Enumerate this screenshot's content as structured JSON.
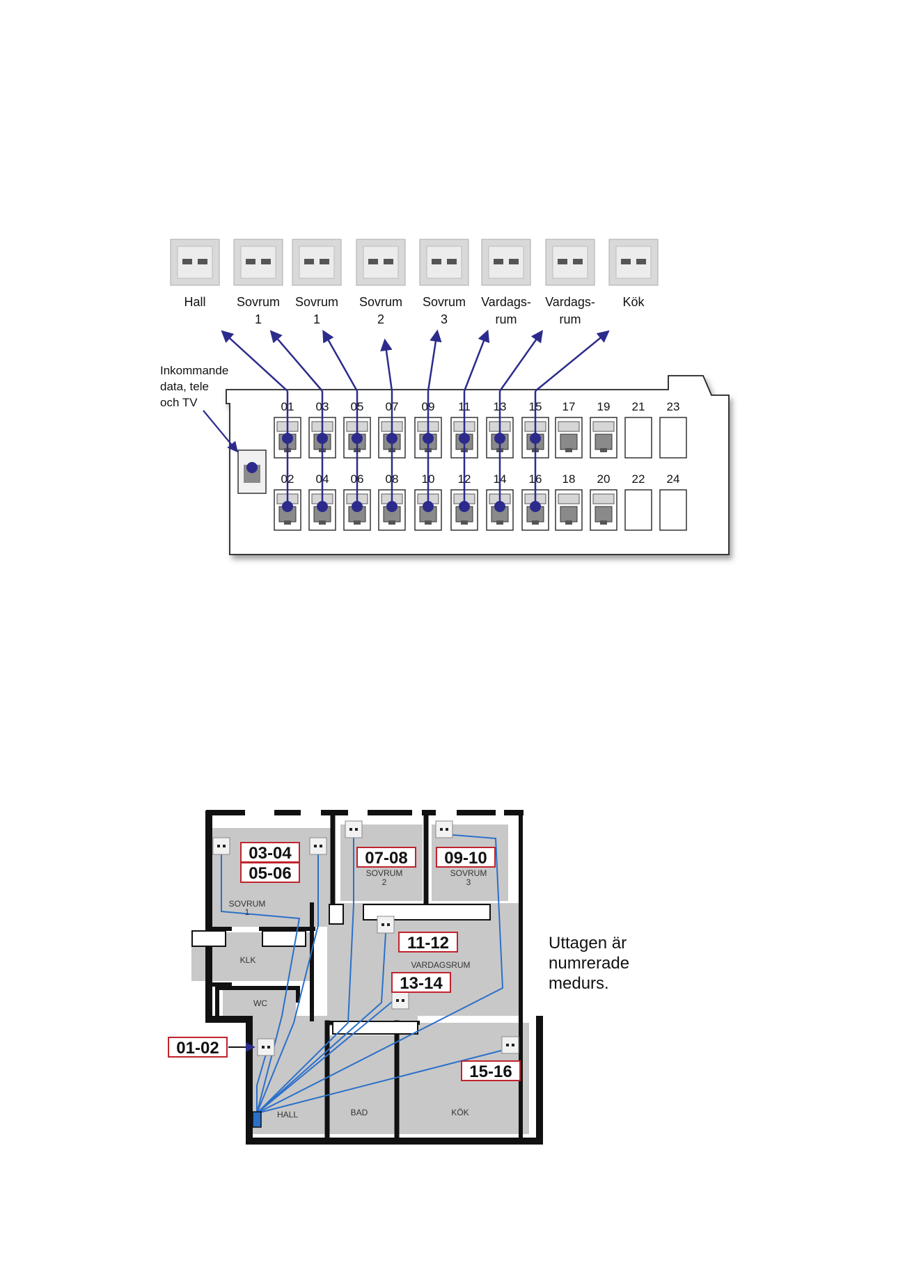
{
  "colors": {
    "cable_top": "#2c2b8c",
    "cable_plan": "#2b6fc9",
    "label_border": "#c0232c",
    "room_fill": "#c8c8c8",
    "wall": "#111111",
    "outlet_bg": "#d9d9d9",
    "panel_bg": "#ffffff"
  },
  "top": {
    "outlets": [
      {
        "l1": "Hall",
        "l2": ""
      },
      {
        "l1": "Sovrum",
        "l2": "1"
      },
      {
        "l1": "Sovrum",
        "l2": "1"
      },
      {
        "l1": "Sovrum",
        "l2": "2"
      },
      {
        "l1": "Sovrum",
        "l2": "3"
      },
      {
        "l1": "Vardags-",
        "l2": "rum"
      },
      {
        "l1": "Vardags-",
        "l2": "rum"
      },
      {
        "l1": "Kök",
        "l2": ""
      }
    ],
    "incoming": [
      "Inkommande",
      "data, tele",
      "och TV"
    ],
    "ports_top": [
      "01",
      "03",
      "05",
      "07",
      "09",
      "11",
      "13",
      "15",
      "17",
      "19",
      "21",
      "23"
    ],
    "ports_bottom": [
      "02",
      "04",
      "06",
      "08",
      "10",
      "12",
      "14",
      "16",
      "18",
      "20",
      "22",
      "24"
    ],
    "connected_columns": 8,
    "jack_columns": 10
  },
  "plan": {
    "rooms": {
      "sovrum1": [
        "SOVRUM",
        "1"
      ],
      "sovrum2": [
        "SOVRUM",
        "2"
      ],
      "sovrum3": [
        "SOVRUM",
        "3"
      ],
      "klk": "KLK",
      "wc": "WC",
      "vardagsrum": "VARDAGSRUM",
      "hall": "HALL",
      "bad": "BAD",
      "kok": "KÖK"
    },
    "labels": {
      "l0304": "03-04",
      "l0506": "05-06",
      "l0708": "07-08",
      "l0910": "09-10",
      "l1112": "11-12",
      "l1314": "13-14",
      "l0102": "01-02",
      "l1516": "15-16"
    },
    "note": [
      "Uttagen är",
      "numrerade",
      "medurs."
    ]
  }
}
